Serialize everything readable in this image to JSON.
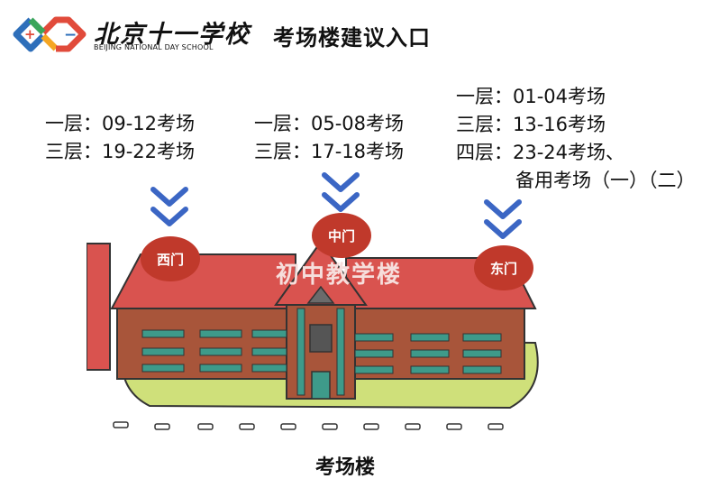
{
  "header": {
    "school_name_cn": "北京十一学校",
    "school_name_en": "BEIJING NATIONAL DAY SCHOOL",
    "title": "考场楼建议入口"
  },
  "gates": {
    "west": {
      "label": "西门",
      "floors": [
        "一层：09-12考场",
        "三层：19-22考场"
      ]
    },
    "middle": {
      "label": "中门",
      "floors": [
        "一层：05-08考场",
        "三层：17-18考场"
      ]
    },
    "east": {
      "label": "东门",
      "floors": [
        "一层：01-04考场",
        "三层：13-16考场",
        "四层：23-24考场、",
        "备用考场（一）（二）"
      ]
    }
  },
  "building_label": "初中教学楼",
  "caption": "考场楼",
  "colors": {
    "gate_red": "#c0392b",
    "arrow_blue": "#3b66c4",
    "roof_red": "#d9534f",
    "wall_brown": "#a8553a",
    "lawn_green": "#cfe07a",
    "window_teal": "#3e9a8a"
  }
}
